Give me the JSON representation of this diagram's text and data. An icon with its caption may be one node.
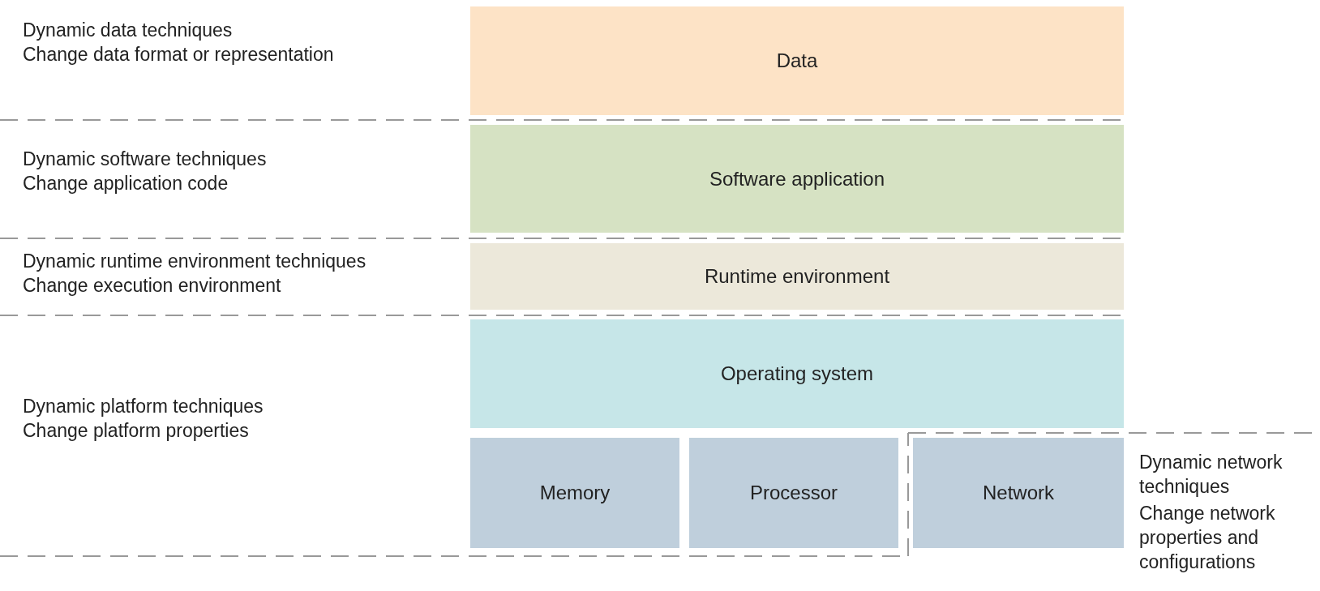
{
  "diagram": {
    "nodes": [
      {
        "text": [
          "Data"
        ]
      },
      {
        "text": [
          "Software application"
        ]
      },
      {
        "text": [
          "Runtime environment"
        ]
      },
      {
        "text": [
          "Operating system"
        ]
      },
      {
        "text": [
          "Memory"
        ]
      },
      {
        "text": [
          "Processor"
        ]
      },
      {
        "text": [
          "Network"
        ]
      }
    ],
    "edges": [],
    "labels": [
      "Dynamic data techniques",
      "Change data format or representation",
      "Dynamic software techniques",
      "Change application code",
      "Dynamic runtime environment techniques",
      "Change execution environment",
      "Dynamic platform techniques",
      "Change platform properties",
      "Dynamic network techniques",
      "Change network properties and configurations"
    ]
  }
}
